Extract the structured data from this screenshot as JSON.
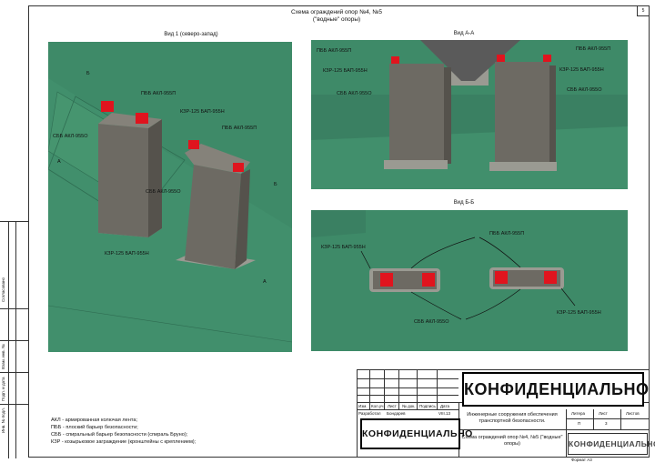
{
  "page_no": "5",
  "doc_title": {
    "line1": "Схема ограждений опор №4, №5",
    "line2": "(\"водные\" опоры)"
  },
  "views": {
    "v1": {
      "title": "Вид 1 (северо-запад)",
      "labels": {
        "pbb": "ПББ АКЛ-955П",
        "kzr_top": "КЗР-125 БАП-955Н",
        "sbb_left": "СББ АКЛ-955О",
        "pbb2": "ПББ АКЛ-955П",
        "sbb_mid": "СББ АКЛ-955О",
        "kzr_bottom": "КЗР-125 БАП-955Н",
        "sec_b_top": "Б",
        "sec_a_left": "А",
        "sec_b_right": "Б",
        "sec_a_bottom": "А"
      }
    },
    "vaa": {
      "title": "Вид А-А",
      "labels": {
        "pbb_l": "ПББ АКЛ-955П",
        "kzr_l": "КЗР-125 БАП-955Н",
        "sbb_l": "СББ АКЛ-955О",
        "pbb_r": "ПББ АКЛ-955П",
        "kzr_r": "КЗР-125 БАП-955Н",
        "sbb_r": "СББ АКЛ-955О"
      }
    },
    "vbb": {
      "title": "Вид Б-Б",
      "labels": {
        "kzr_l": "КЗР-125 БАП-955Н",
        "pbb": "ПББ АКЛ-955П",
        "kzr_r": "КЗР-125 БАП-955Н",
        "sbb": "СББ АКЛ-955О"
      }
    }
  },
  "legend": [
    "АКЛ - армированная колючая лента;",
    "ПББ - плоский барьер безопасности;",
    "СББ - спиральный барьер безопасности (спираль Бруно);",
    "КЗР - козырьковое заграждение (кронштейны с креплением);"
  ],
  "stamp": {
    "confidential": "КОНФИДЕНЦИАЛЬНО",
    "header_cells": [
      "Изм.",
      "Кол.уч.",
      "Лист",
      "№ док.",
      "Подпись",
      "Дата"
    ],
    "row_role": "Разработал",
    "row_name": "Бондарев",
    "row_date": "VIII.13",
    "project_title": "Инженерные сооружения обеспечения транспортной безопасности.",
    "sheet_title": "Схема ограждений опор №4, №5 (\"водные\" опоры)",
    "col_stage": "Литера",
    "col_sheet": "Лист",
    "col_sheets": "Листов",
    "stage": "П",
    "sheet": "3"
  },
  "sidebar_labels": [
    "Согласовано",
    "Взам. инв. №",
    "Подп. и дата",
    "Инв. № подл."
  ],
  "format_text": "Формат А3",
  "colors": {
    "green": "#3e8a68",
    "green_dark": "#2f6d52",
    "pier": "#6d6a63",
    "red": "#e0141e"
  }
}
